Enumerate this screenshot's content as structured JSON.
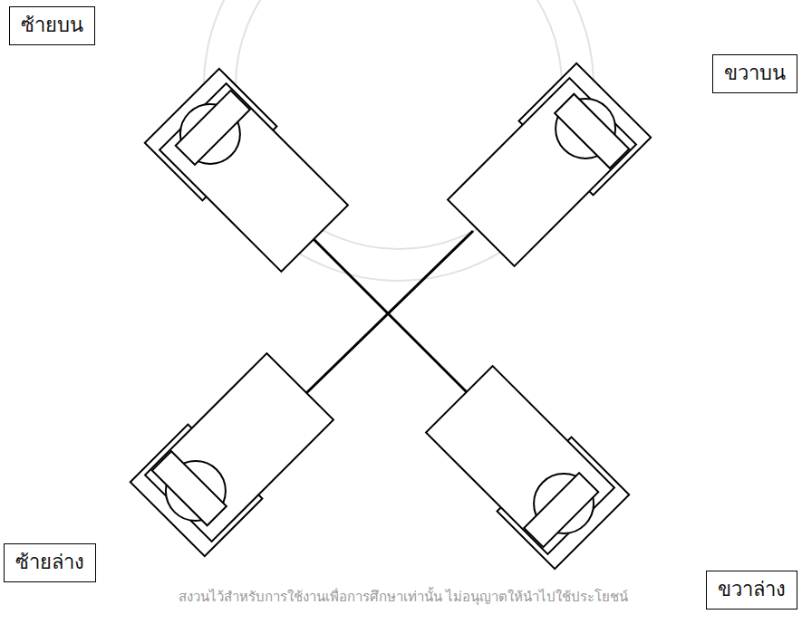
{
  "diagram": {
    "nodes": [
      {
        "text": [
          "ซ้ายบน"
        ]
      },
      {
        "text": [
          "ขวาบน"
        ]
      },
      {
        "text": [
          "ซ้ายล่าง"
        ]
      },
      {
        "text": [
          "ขวาล่าง"
        ]
      }
    ],
    "labels": [
      "สงวนไว้สำหรับการใช้งานเพื่อการศึกษาเท่านั้น ไม่อนุญาตให้นำไปใช้ประโยชน์"
    ]
  }
}
